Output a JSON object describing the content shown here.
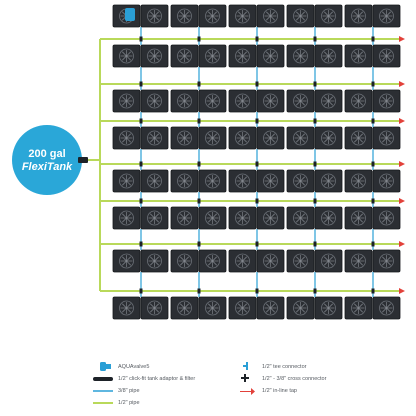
{
  "tank": {
    "line1": "200 gal",
    "line2": "FlexiTank",
    "color": "#2aa7d8"
  },
  "layout": {
    "rows": 8,
    "pods_per_row": 5,
    "units_per_pod": 2
  },
  "colors": {
    "pot": "#2b2e33",
    "pot_edge": "#16181b",
    "half_inch_pipe": "#b9d95a",
    "three_eighths_pipe": "#2a9fd6",
    "tee": "#2a9fd6",
    "inline_tap": "#e2413a",
    "aquavalve": "#2a9fd6"
  },
  "legend": [
    {
      "icon": "aquavalve-icon",
      "label": "AQUAvalve5"
    },
    {
      "icon": "tank-adaptor-filter-icon",
      "label": "1/2\" click-fit tank adaptor & filter"
    },
    {
      "icon": "three-eighths-pipe-icon",
      "label": "3/8\" pipe"
    },
    {
      "icon": "half-inch-pipe-icon",
      "label": "1/2\" pipe"
    },
    {
      "icon": "tee-connector-icon",
      "label": "1/2\" tee connector"
    },
    {
      "icon": "cross-connector-icon",
      "label": "1/2\" - 3/8\" cross connector"
    },
    {
      "icon": "inline-tap-icon",
      "label": "1/2\" in-line tap"
    }
  ]
}
